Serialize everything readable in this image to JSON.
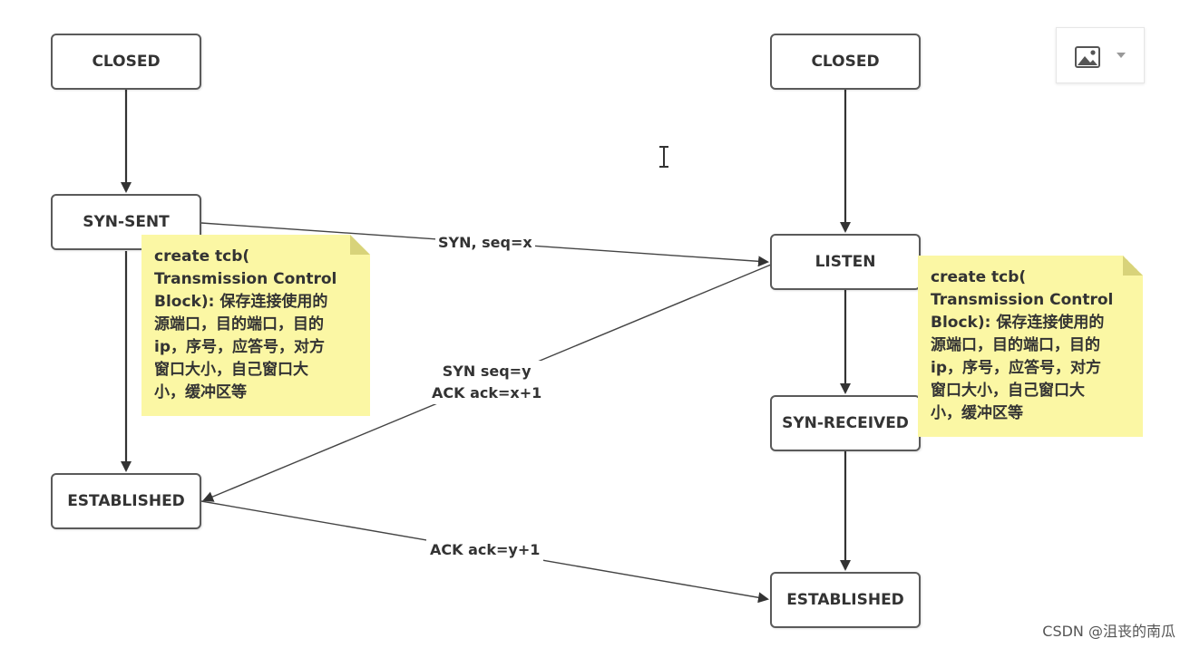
{
  "nodes": {
    "client_closed": "CLOSED",
    "client_syn_sent": "SYN-SENT",
    "client_established": "ESTABLISHED",
    "server_closed": "CLOSED",
    "server_listen": "LISTEN",
    "server_syn_received": "SYN-RECEIVED",
    "server_established": "ESTABLISHED"
  },
  "messages": {
    "syn": "SYN, seq=x",
    "syn_ack": "SYN seq=y\nACK ack=x+1",
    "ack": "ACK ack=y+1"
  },
  "notes": {
    "client": "create tcb(\nTransmission Control\nBlock): 保存连接使用的\n源端口，目的端口，目的\nip，序号，应答号，对方\n窗口大小，自己窗口大\n小，缓冲区等",
    "server": "create tcb(\nTransmission Control\nBlock): 保存连接使用的\n源端口，目的端口，目的\nip，序号，应答号，对方\n窗口大小，自己窗口大\n小，缓冲区等"
  },
  "watermark": "CSDN @沮丧的南瓜",
  "icons": {
    "toolbar_image": "image-icon",
    "toolbar_dropdown": "chevron-down-icon",
    "cursor": "text-cursor-icon"
  },
  "colors": {
    "note_fill": "#fbf7a4",
    "box_border": "#5a5a5a",
    "arrow": "#444444"
  }
}
